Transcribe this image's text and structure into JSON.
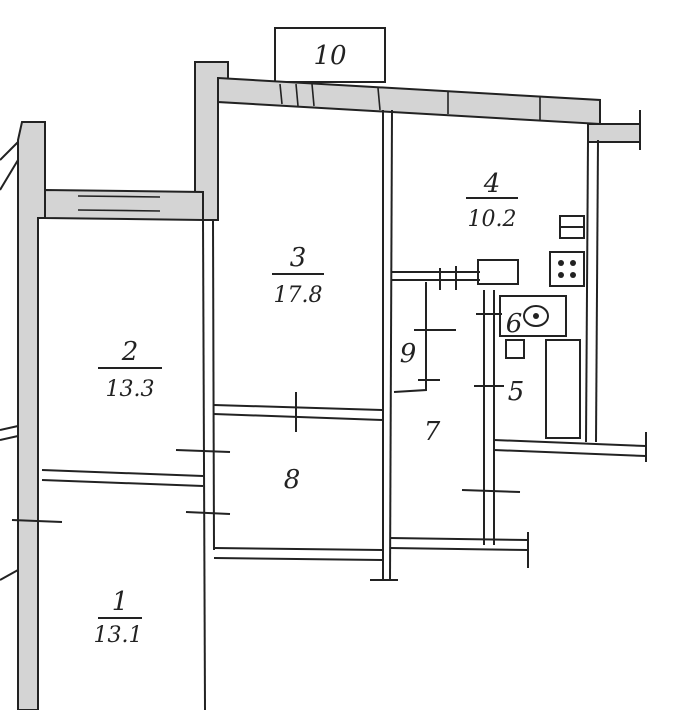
{
  "rooms": [
    {
      "id": "1",
      "number": "1",
      "area": "13.1"
    },
    {
      "id": "2",
      "number": "2",
      "area": "13.3"
    },
    {
      "id": "3",
      "number": "3",
      "area": "17.8"
    },
    {
      "id": "4",
      "number": "4",
      "area": "10.2"
    },
    {
      "id": "5",
      "number": "5"
    },
    {
      "id": "6",
      "number": "6"
    },
    {
      "id": "7",
      "number": "7"
    },
    {
      "id": "8",
      "number": "8"
    },
    {
      "id": "9",
      "number": "9"
    },
    {
      "id": "10",
      "number": "10"
    }
  ]
}
